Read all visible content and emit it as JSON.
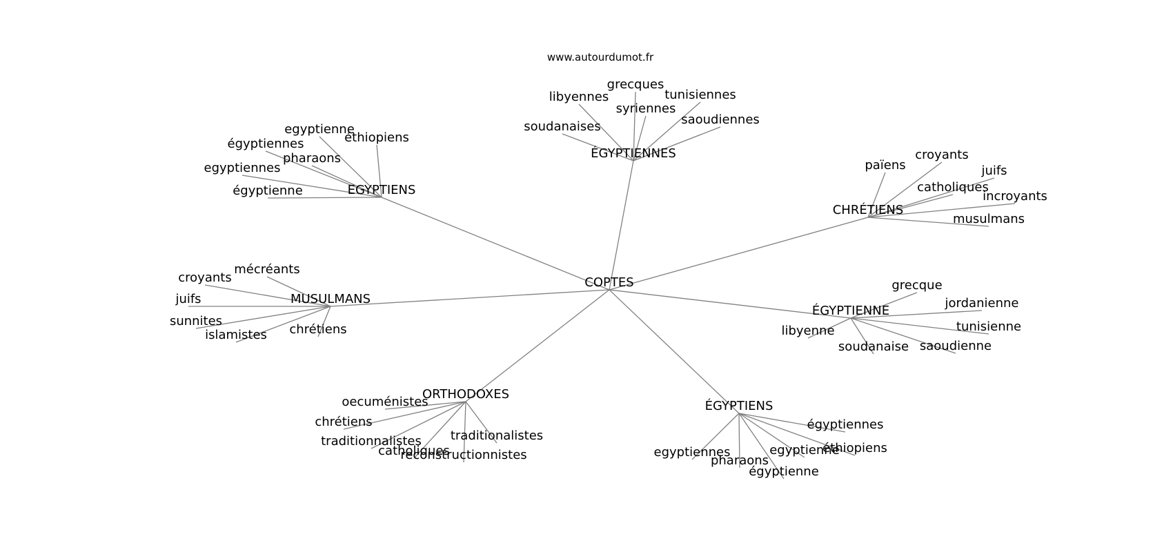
{
  "header": {
    "site": "www.autourdumot.fr"
  },
  "graph": {
    "edge_color": "#808080",
    "text_color": "#000000",
    "center": "COPTES",
    "hubs": [
      {
        "id": "egyptiens1",
        "label": "EGYPTIENS",
        "leaves": [
          "egyptienne",
          "éthiopiens",
          "égyptiennes",
          "pharaons",
          "egyptiennes",
          "égyptienne"
        ]
      },
      {
        "id": "egyptiennes",
        "label": "ÉGYPTIENNES",
        "leaves": [
          "grecques",
          "libyennes",
          "tunisiennes",
          "syriennes",
          "soudanaises",
          "saoudiennes"
        ]
      },
      {
        "id": "chretiens",
        "label": "CHRÉTIENS",
        "leaves": [
          "païens",
          "croyants",
          "juifs",
          "catholiques",
          "incroyants",
          "musulmans"
        ]
      },
      {
        "id": "musulmans",
        "label": "MUSULMANS",
        "leaves": [
          "mécréants",
          "croyants",
          "juifs",
          "sunnites",
          "islamistes",
          "chrétiens"
        ]
      },
      {
        "id": "egyptienne",
        "label": "ÉGYPTIENNE",
        "leaves": [
          "grecque",
          "jordanienne",
          "libyenne",
          "tunisienne",
          "soudanaise",
          "saoudienne"
        ]
      },
      {
        "id": "orthodoxes",
        "label": "ORTHODOXES",
        "leaves": [
          "oecuménistes",
          "chrétiens",
          "traditionnalistes",
          "traditionalistes",
          "catholiques",
          "reconstructionnistes"
        ]
      },
      {
        "id": "egyptiens2",
        "label": "ÉGYPTIENS",
        "leaves": [
          "égyptiennes",
          "egyptiennes",
          "egyptienne",
          "éthiopiens",
          "pharaons",
          "égyptienne"
        ]
      }
    ]
  }
}
